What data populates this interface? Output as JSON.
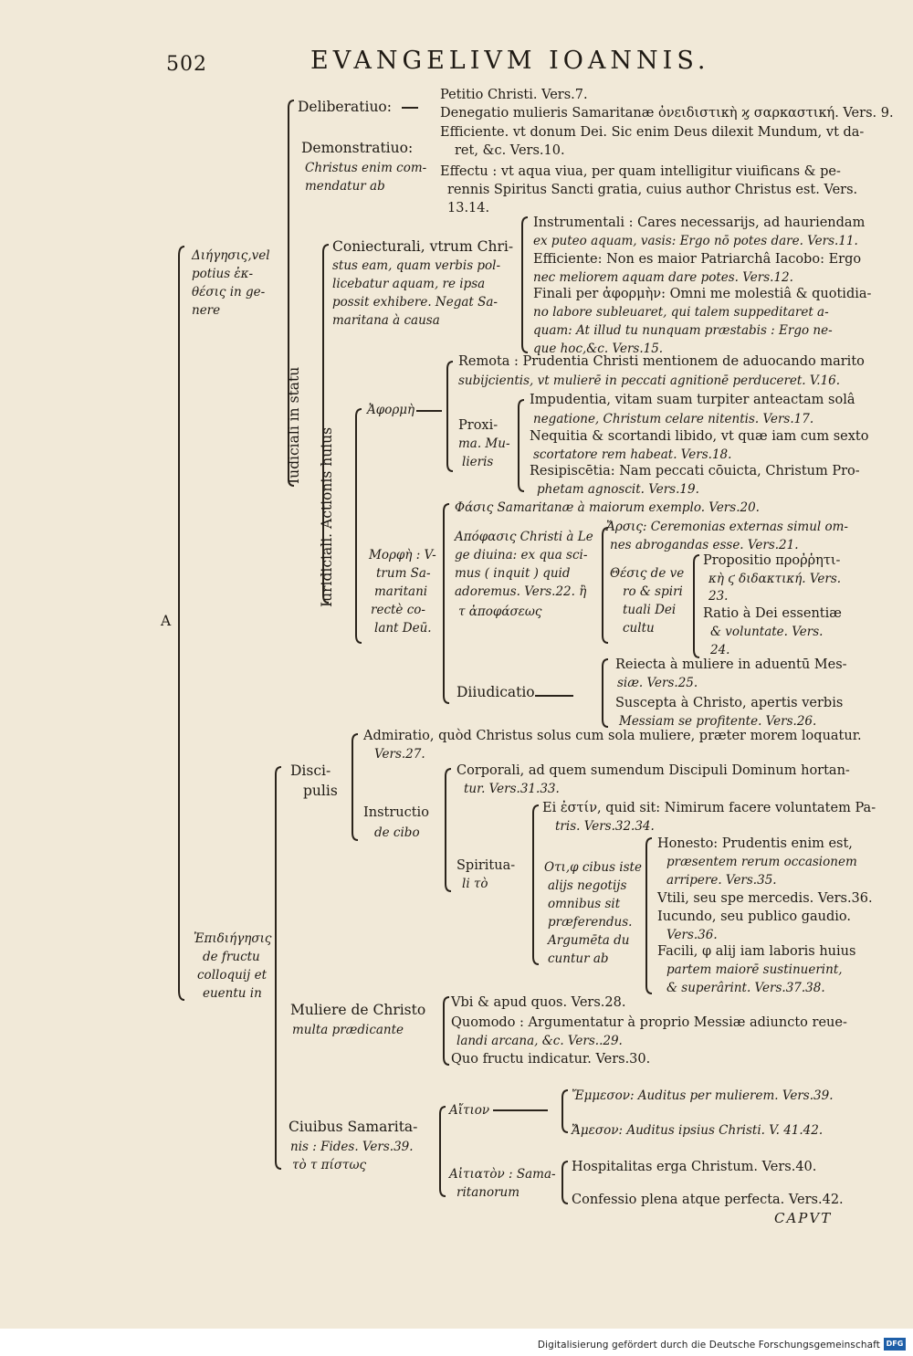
{
  "page": {
    "number": "502",
    "running_head": "EVANGELIVM IOANNIS.",
    "catchword": "CAPVT"
  },
  "footer": {
    "digitization_note": "Digitalisierung gefördert durch die Deutsche Forschungsgemeinschaft",
    "logo_text": "DFG"
  },
  "outline": {
    "root_mark": "A",
    "narratio": [
      "Διήγησις,vel",
      "potius ἐκ-",
      "θέσις in ge-",
      "nere"
    ],
    "deliberatiuo": "Deliberatiuo:",
    "petitio": "Petitio Christi. Vers.7.",
    "denegatio": "Denegatio mulieris Samaritanæ ὀνειδιστικὴ ϗ σαρκαστική. Vers. 9.",
    "demonstratiuo": "Demonstratiuo:",
    "demonstratiuo_sub": [
      "Christus enim com-",
      "mendatur ab"
    ],
    "efficiente_1": [
      "Efficiente. vt donum Dei. Sic enim Deus dilexit Mundum, vt da-",
      "ret, &c. Vers.10."
    ],
    "effectu": [
      "Effectu : vt aqua viua, per quam intelligitur viuificans & pe-",
      "rennis Spiritus Sancti gratia, cuius author Christus est. Vers.",
      "13.14."
    ],
    "iudiciali_in_statu": "Iudiciali in statu",
    "coniecturali": [
      "Coniecturali, vtrum Chri-",
      "stus eam, quam verbis pol-",
      "licebatur aquam, re ipsa",
      "possit exhibere. Negat Sa-",
      "maritana à causa"
    ],
    "instrumentali": [
      "Instrumentali : Cares necessarijs, ad hauriendam",
      "ex puteo aquam, vasis: Ergo nō potes dare. Vers.11."
    ],
    "efficiente_2": [
      "Efficiente: Non es maior Patriarchâ Iacobo: Ergo",
      "nec meliorem aquam dare potes. Vers.12."
    ],
    "finali": [
      "Finali per ἀφορμὴν: Omni me molestiâ & quotidia-",
      "no labore subleuaret, qui talem suppeditaret a-",
      "quam: At illud tu nunquam præstabis : Ergo ne-",
      "que hoc,&c. Vers.15."
    ],
    "iuridiciali": "Iuridiciali. Actionis huius",
    "aphorme": "Ἀφορμὴ",
    "remota": [
      "Remota : Prudentia Christi mentionem de aduocando marito",
      "subijcientis, vt mulierē in peccati agnitionē perduceret. V.16."
    ],
    "proxima": [
      "Proxi-",
      "ma. Mu-",
      "lieris"
    ],
    "impudentia": [
      "Impudentia, vitam suam turpiter anteactam solâ",
      "negatione, Christum celare nitentis. Vers.17."
    ],
    "nequitia": [
      "Nequitia & scortandi libido, vt quæ iam cum sexto",
      "scortatore rem habeat. Vers.18."
    ],
    "resipiscentia": [
      "Resipiscētia: Nam peccati cōuicta, Christum Pro-",
      "phetam agnoscit. Vers.19."
    ],
    "phasis": "Φάσις Samaritanæ à maiorum exemplo. Vers.20.",
    "morphe": [
      "Μορφὴ : V-",
      "trum Sa-",
      "maritani",
      "rectè co-",
      "lant Deū."
    ],
    "apophasis": [
      "Απόφασις Christi à Le",
      "ge diuina: ex qua sci-",
      "mus ( inquit ) quid",
      "adoremus. Vers.22. ἢ",
      "τ ἀποφάσεως"
    ],
    "arsis": [
      "Ἄρσις: Ceremonias externas simul om-",
      "nes abrogandas esse. Vers.21."
    ],
    "thesis": [
      "Θέσις de ve",
      "ro & spiri",
      "tuali Dei",
      "cultu"
    ],
    "propositio": [
      "Propositio προῤῥητι-",
      "κὴ ϛ διδακτική. Vers.",
      "23."
    ],
    "ratio": [
      "Ratio à Dei essentiæ",
      "& voluntate. Vers.",
      "24."
    ],
    "diiudicatio": "Diiudicatio",
    "reiecta": [
      "Reiecta à muliere in aduentū Mes-",
      "siæ. Vers.25."
    ],
    "suscepta": [
      "Suscepta à Christo, apertis verbis",
      "Messiam se profitente. Vers.26."
    ],
    "epidiegesis": [
      "Ἐπιδιήγησις",
      "de fructu",
      "colloquij et",
      "euentu in"
    ],
    "discipulis": [
      "Disci-",
      "pulis"
    ],
    "admiratio": [
      "Admiratio, quòd Christus solus cum sola muliere, præter morem loquatur.",
      "Vers.27."
    ],
    "instructio": [
      "Instructio",
      "de cibo"
    ],
    "corporali": [
      "Corporali, ad quem sumendum Discipuli Dominum hortan-",
      "tur. Vers.31.33."
    ],
    "ei_estin": [
      "Ei ἐστίν, quid sit: Nimirum facere voluntatem Pa-",
      "tris. Vers.32.34."
    ],
    "spirituali": [
      "Spiritua-",
      "li τὸ"
    ],
    "hoti": [
      "Οτι,φ cibus iste",
      "alijs negotijs",
      "omnibus sit",
      "præferendus.",
      "Argumēta du",
      "cuntur ab"
    ],
    "honesto": [
      "Honesto: Prudentis enim est,",
      "præsentem rerum occasionem",
      "arripere. Vers.35."
    ],
    "vtili": "Vtili, seu spe mercedis. Vers.36.",
    "iucundo": [
      "Iucundo, seu publico gaudio.",
      "Vers.36."
    ],
    "facili": [
      "Facili, φ alij iam laboris huius",
      "partem maiorē sustinuerint,",
      "& superârint. Vers.37.38."
    ],
    "muliere": [
      "Muliere de Christo",
      "multa prædicante"
    ],
    "vbi": "Vbi & apud quos. Vers.28.",
    "quomodo": [
      "Quomodo : Argumentatur à proprio Messiæ adiuncto reue-",
      "landi arcana, &c. Vers..29."
    ],
    "quo_fructu": "Quo fructu indicatur. Vers.30.",
    "ciuibus": [
      "Ciuibus Samarita-",
      "nis : Fides. Vers.39.",
      "τὸ τ πίστως"
    ],
    "aition": "Αἴτιον",
    "emmeson": "Ἔμμεσον: Auditus per mulierem. Vers.39.",
    "ameson": "Ἄμεσον: Auditus ipsius Christi. V. 41.42.",
    "aitiaton": [
      "Αἰτιατὸν : Sama-",
      "ritanorum"
    ],
    "hospitalitas": "Hospitalitas erga Christum. Vers.40.",
    "confessio": "Confessio plena atque perfecta. Vers.42."
  }
}
